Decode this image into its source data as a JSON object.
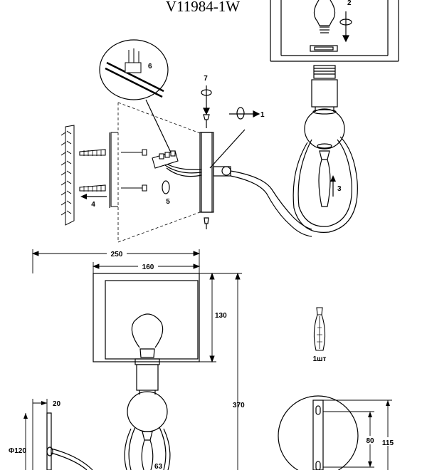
{
  "sheet": {
    "model": "V11984-1W"
  },
  "steps": {
    "s1": "1",
    "s2": "2",
    "s3": "3",
    "s4": "4",
    "s5": "5",
    "s6": "6",
    "s7": "7"
  },
  "dimensions": {
    "overall_width": "250",
    "shade_width": "160",
    "shade_height": "130",
    "total_height": "370",
    "plate_offset": "20",
    "diameter": "Φ120",
    "bulb_dim": "63",
    "mount_hole_spacing": "80",
    "plate_diameter": "115"
  },
  "bulb": {
    "quantity": "1шт"
  }
}
